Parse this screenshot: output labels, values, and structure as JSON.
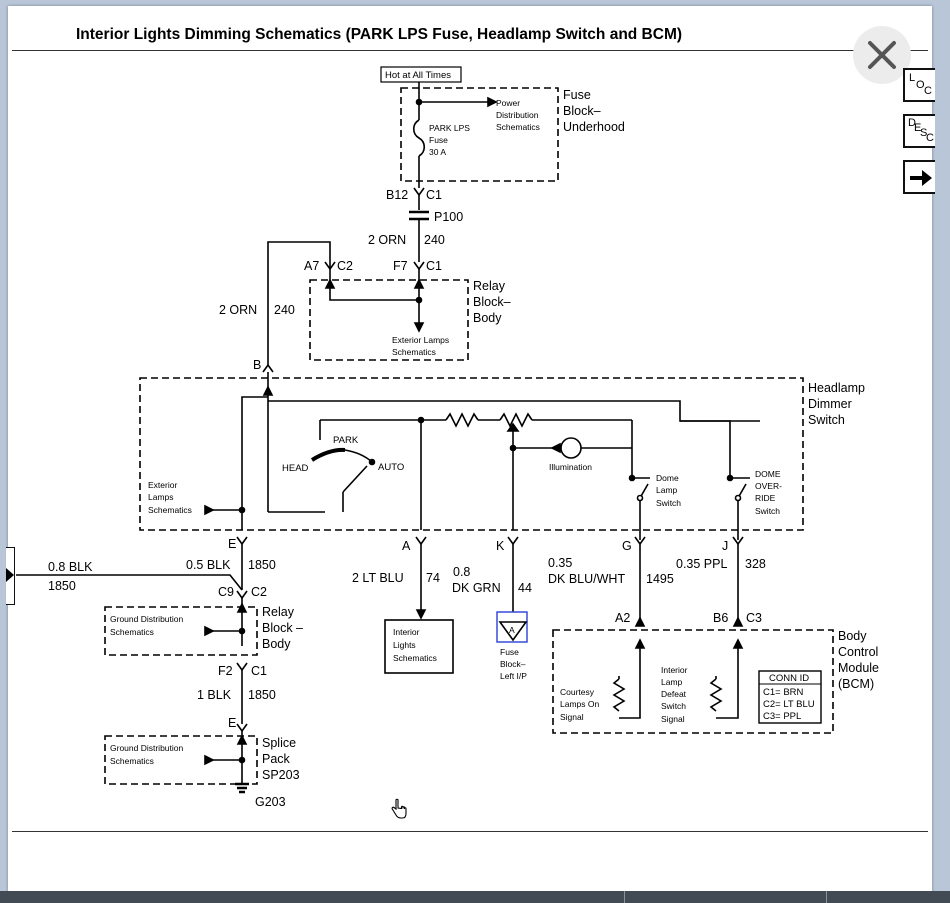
{
  "title": "Interior Lights Dimming Schematics (PARK LPS Fuse, Headlamp Switch and BCM)",
  "buttons": {
    "loc": "LOC",
    "desc": "DESC"
  },
  "icons": {
    "close": "close-icon",
    "next": "arrow-right-icon",
    "left": "arrow-right-icon",
    "cursor": "hand-cursor-icon"
  },
  "colors": {
    "selection": "#2b3fd4",
    "bottom_bar": "#424a54"
  },
  "hot": "Hot at All Times",
  "fuse_block": {
    "name": [
      "Fuse",
      "Block–",
      "Underhood"
    ],
    "fuse": [
      "PARK LPS",
      "Fuse",
      "30 A"
    ],
    "power": [
      "Power",
      "Distribution",
      "Schematics"
    ]
  },
  "conn": {
    "b12": "B12",
    "c1": "C1",
    "p100": "P100",
    "a7": "A7",
    "c2": "C2",
    "f7": "F7",
    "b": "B",
    "e": "E",
    "c9": "C9",
    "f2": "F2",
    "a": "A",
    "k": "K",
    "g": "G",
    "j": "J",
    "a2": "A2",
    "b6": "B6",
    "c3": "C3"
  },
  "wires": {
    "orn": "2 ORN",
    "orn_num": "240",
    "blk08": "0.8 BLK",
    "blk08_num": "1850",
    "blk05": "0.5 BLK",
    "blk05_num": "1850",
    "blk1": "1 BLK",
    "blk1_num": "1850",
    "ltblu": "2 LT BLU",
    "ltblu_num": "74",
    "dkgrn_a": "0.8",
    "dkgrn_b": "DK GRN",
    "dkgrn_num": "44",
    "dkblu_a": "0.35",
    "dkblu_b": "DK BLU/WHT",
    "dkblu_num": "1495",
    "ppl": "0.35 PPL",
    "ppl_num": "328"
  },
  "relay": {
    "name": [
      "Relay",
      "Block–",
      "Body"
    ],
    "ext": [
      "Exterior Lamps",
      "Schematics"
    ]
  },
  "switch": {
    "name": [
      "Headlamp",
      "Dimmer",
      "Switch"
    ],
    "park": "PARK",
    "head": "HEAD",
    "auto": "AUTO",
    "illum": "Illumination",
    "ext": [
      "Exterior",
      "Lamps",
      "Schematics"
    ],
    "dome": [
      "Dome",
      "Lamp",
      "Switch"
    ],
    "override": [
      "DOME",
      "OVER-",
      "RIDE",
      "Switch"
    ]
  },
  "relay2": [
    "Relay",
    "Block –",
    "Body"
  ],
  "gnd": [
    "Ground Distribution",
    "Schematics"
  ],
  "splice": [
    "Splice",
    "Pack",
    "SP203"
  ],
  "g203": "G203",
  "interior": [
    "Interior",
    "Lights",
    "Schematics"
  ],
  "fuse_ip": [
    "Fuse",
    "Block–",
    "Left I/P"
  ],
  "fuse_ip_letter": "A",
  "bcm": {
    "name": [
      "Body",
      "Control",
      "Module",
      "(BCM)"
    ],
    "courtesy": [
      "Courtesy",
      "Lamps On",
      "Signal"
    ],
    "defeat": [
      "Interior",
      "Lamp",
      "Defeat",
      "Switch",
      "Signal"
    ]
  },
  "conn_id": [
    "CONN ID",
    "C1= BRN",
    "C2= LT BLU",
    "C3= PPL"
  ]
}
